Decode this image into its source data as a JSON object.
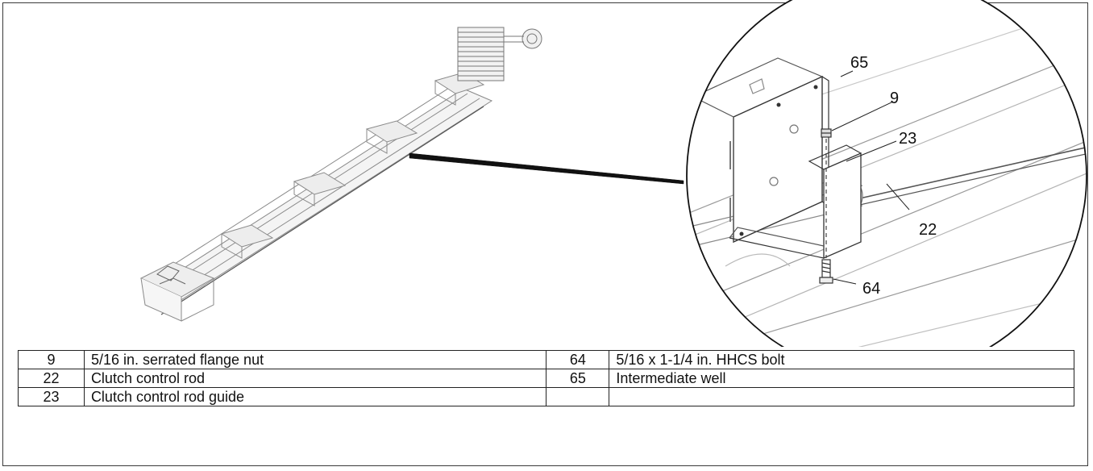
{
  "callouts": {
    "c65": "65",
    "c9": "9",
    "c23": "23",
    "c22": "22",
    "c64": "64"
  },
  "parts_table": {
    "rows": [
      {
        "left_num": "9",
        "left_desc": "5/16 in. serrated flange nut",
        "right_num": "64",
        "right_desc": "5/16 x 1-1/4 in. HHCS bolt"
      },
      {
        "left_num": "22",
        "left_desc": "Clutch control rod",
        "right_num": "65",
        "right_desc": "Intermediate well"
      },
      {
        "left_num": "23",
        "left_desc": "Clutch control rod guide",
        "right_num": "",
        "right_desc": ""
      }
    ]
  }
}
